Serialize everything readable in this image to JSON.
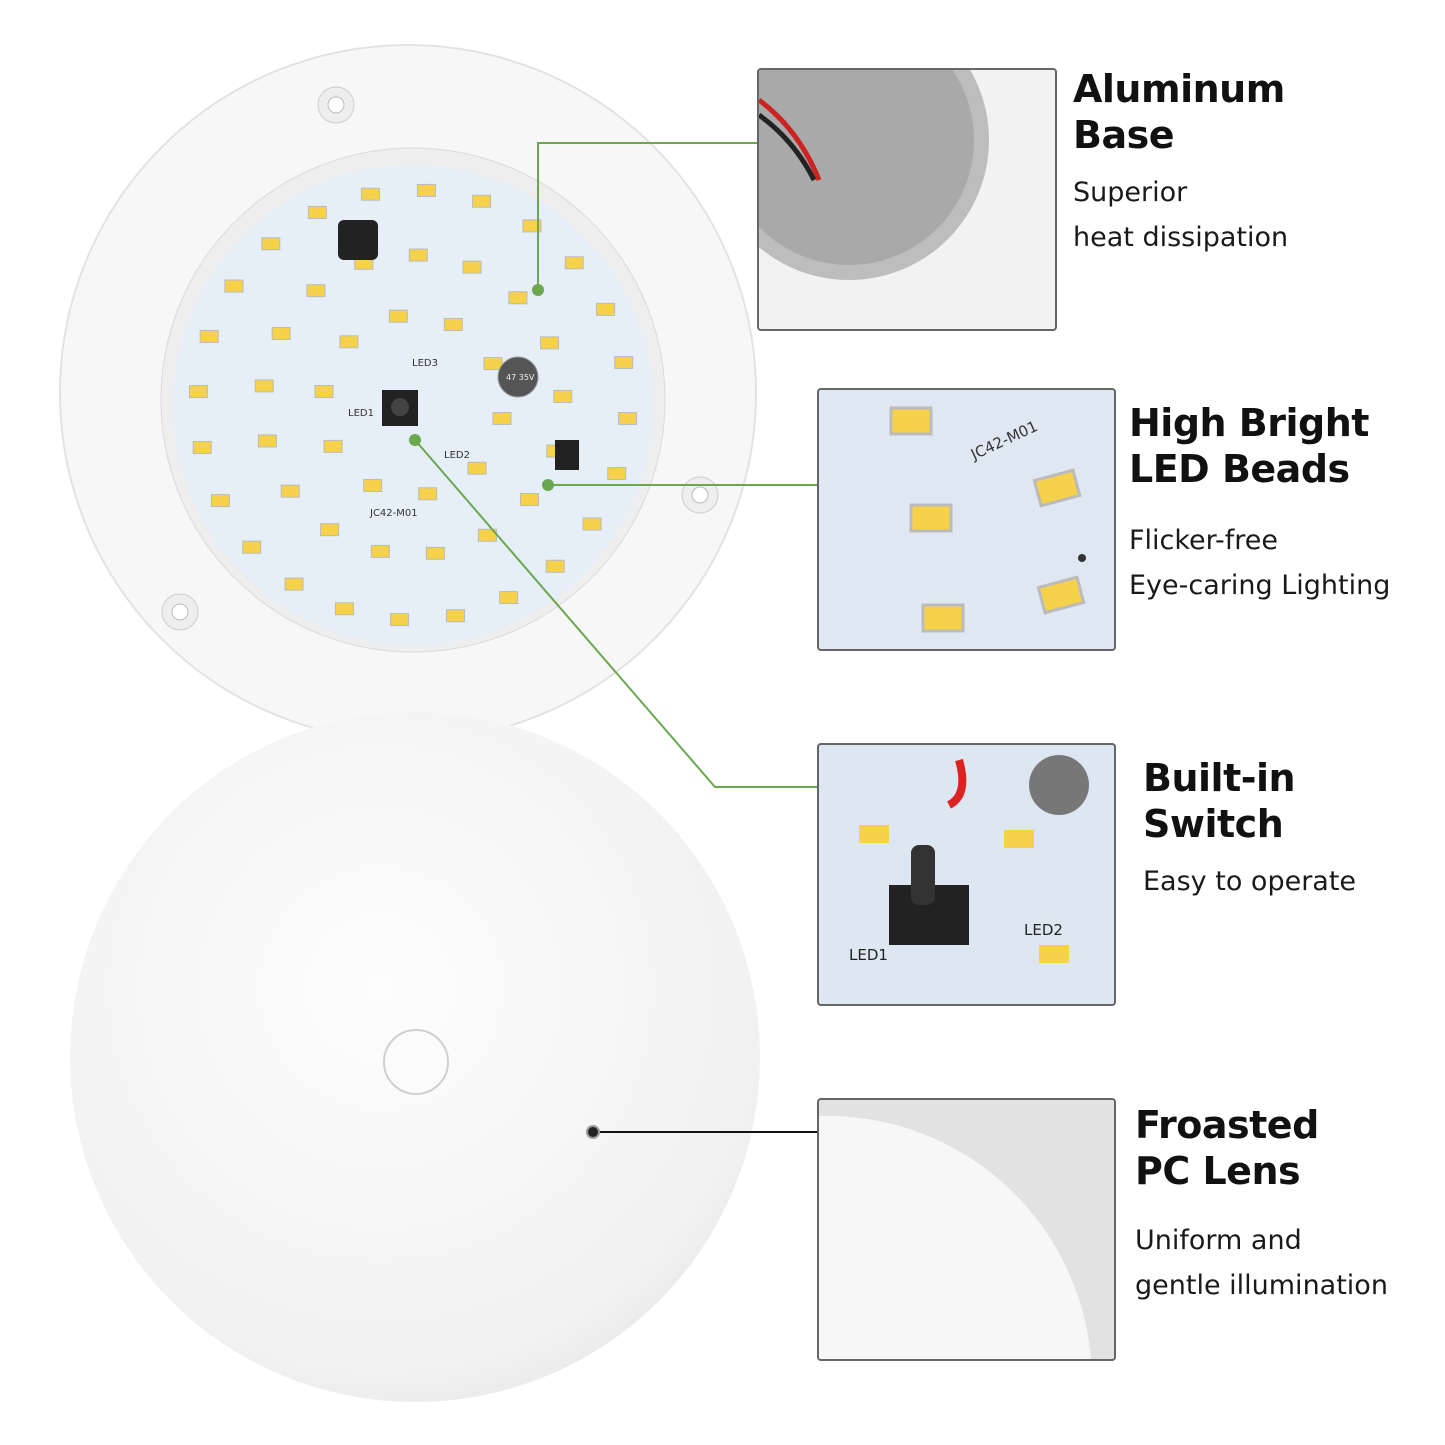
{
  "colors": {
    "callout_line": "#6aa84f",
    "lens_line": "#111111",
    "led": "#f6d24a",
    "pcb": "#e6eef7"
  },
  "pcb_labels": {
    "board": "JC42-M01",
    "led1": "LED1",
    "led2": "LED2",
    "led3": "LED3",
    "cap": "47 35V"
  },
  "features": [
    {
      "title_line1": "Aluminum",
      "title_line2": "Base",
      "desc_line1": "Superior",
      "desc_line2": "heat dissipation"
    },
    {
      "title_line1": "High Bright",
      "title_line2": "LED Beads",
      "desc_line1": "Flicker-free",
      "desc_line2": "Eye-caring Lighting"
    },
    {
      "title_line1": "Built-in",
      "title_line2": "Switch",
      "desc_line1": "Easy to operate"
    },
    {
      "title_line1": "Froasted",
      "title_line2": "PC Lens",
      "desc_line1": "Uniform and",
      "desc_line2": "gentle illumination"
    }
  ]
}
